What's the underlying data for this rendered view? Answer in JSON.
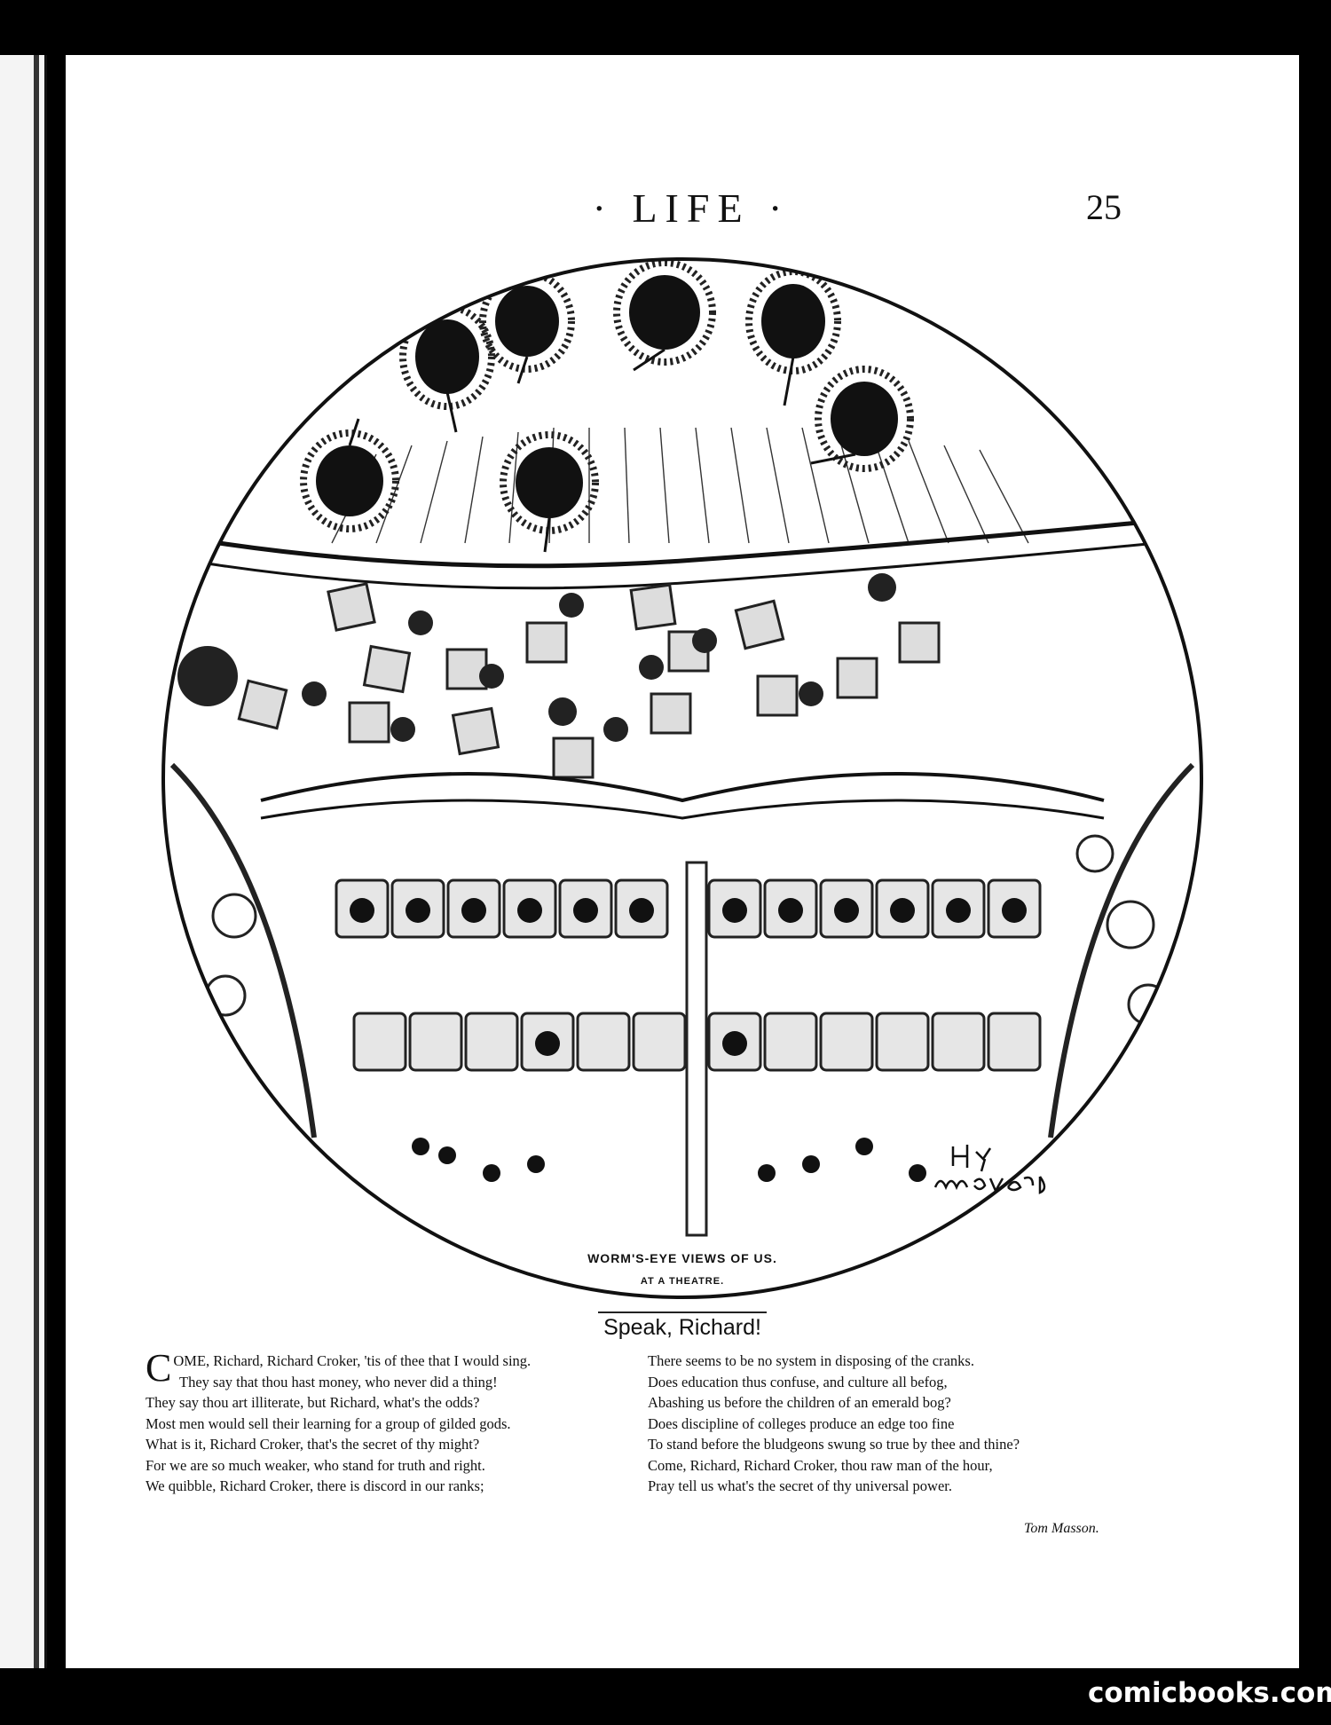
{
  "header": {
    "title": "· LIFE ·",
    "page_number": "25"
  },
  "illustration": {
    "signature_text": "Hy. Mayer",
    "caption": "WORM'S-EYE VIEWS OF US.",
    "subcaption": "AT A THEATRE."
  },
  "poem": {
    "title": "Speak, Richard!",
    "left_column": [
      {
        "dropcap": "C",
        "text": "OME, Richard, Richard Croker, 'tis of thee that I would sing."
      },
      {
        "text": "They say that thou hast money, who never did a thing!"
      },
      {
        "text": "They say thou art illiterate, but Richard, what's the odds?"
      },
      {
        "text": "Most men would sell their learning for a group of gilded gods."
      },
      {
        "text": "What is it, Richard Croker, that's the secret of thy might?"
      },
      {
        "text": "For we are so much weaker, who stand for truth and right."
      },
      {
        "text": "We quibble, Richard Croker, there is discord in our ranks;"
      }
    ],
    "right_column": [
      {
        "text": "There seems to be no system in disposing of the cranks."
      },
      {
        "text": "Does education thus confuse, and culture all befog,"
      },
      {
        "text": "Abashing us before the children of an emerald bog?"
      },
      {
        "text": "Does discipline of colleges produce an edge too fine"
      },
      {
        "text": "To stand before the bludgeons swung so true by thee and thine?"
      },
      {
        "text": "Come, Richard, Richard Croker, thou raw man of the hour,"
      },
      {
        "text": "Pray tell us what's the secret of thy universal power."
      }
    ],
    "author": "Tom Masson."
  },
  "watermark": {
    "text": "comicbooks.com"
  }
}
